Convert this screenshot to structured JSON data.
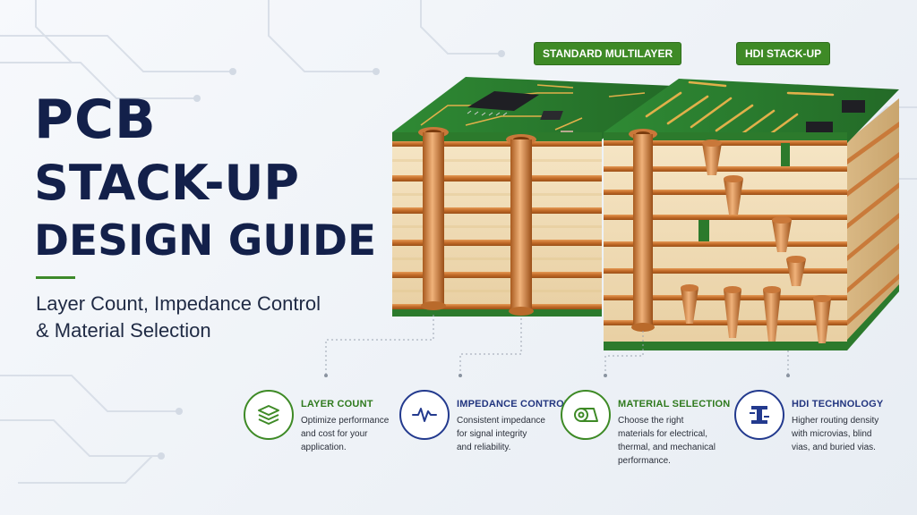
{
  "header": {
    "title_line1": "PCB",
    "title_line2": "STACK-UP",
    "title_line3": "DESIGN GUIDE",
    "subtitle_line1": "Layer Count, Impedance Control",
    "subtitle_line2": "& Material Selection"
  },
  "labels": {
    "standard": "STANDARD MULTILAYER",
    "hdi": "HDI STACK-UP"
  },
  "features": [
    {
      "title": "LAYER COUNT",
      "icon": "layers-icon",
      "desc": [
        "Optimize performance",
        "and cost for your",
        "application."
      ]
    },
    {
      "title": "IMPEDANCE CONTROL",
      "icon": "waveform-icon",
      "desc": [
        "Consistent impedance",
        "for signal integrity",
        "and reliability."
      ]
    },
    {
      "title": "MATERIAL SELECTION",
      "icon": "material-roll-icon",
      "desc": [
        "Choose the right",
        "materials for electrical,",
        "thermal, and mechanical",
        "performance."
      ]
    },
    {
      "title": "HDI TECHNOLOGY",
      "icon": "via-icon",
      "desc": [
        "Higher routing density",
        "with microvias, blind",
        "vias, and buried vias."
      ]
    }
  ],
  "colors": {
    "navy": "#13204a",
    "green": "#3e8a26",
    "blue": "#233a8e",
    "copper": "#c87533",
    "laminate": "#f1dcb6",
    "solder_mask": "#2c7a2c"
  }
}
